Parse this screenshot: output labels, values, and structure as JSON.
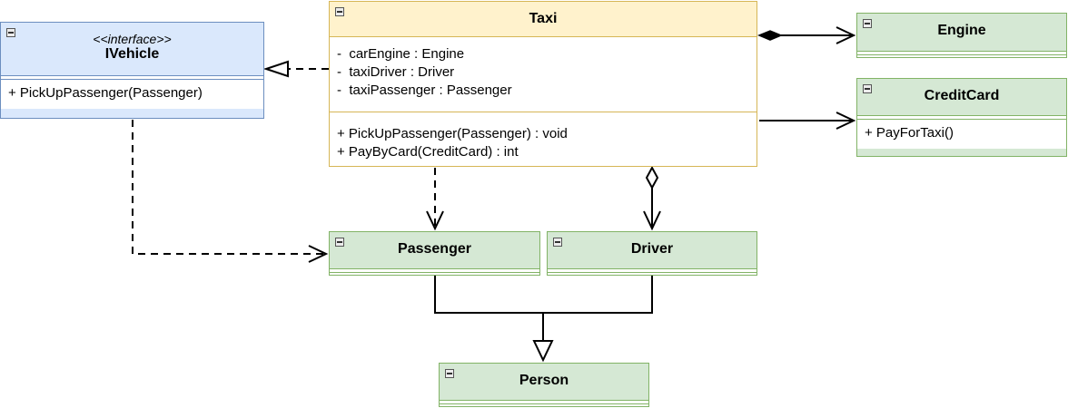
{
  "classes": {
    "ivehicle": {
      "stereotype": "<<interface>>",
      "name": "IVehicle",
      "methods": [
        "+ PickUpPassenger(Passenger)"
      ]
    },
    "taxi": {
      "name": "Taxi",
      "attributes": [
        "-  carEngine : Engine",
        "-  taxiDriver : Driver",
        "-  taxiPassenger : Passenger"
      ],
      "methods": [
        "+ PickUpPassenger(Passenger) : void",
        "+ PayByCard(CreditCard) : int"
      ]
    },
    "engine": {
      "name": "Engine"
    },
    "creditcard": {
      "name": "CreditCard",
      "methods": [
        "+ PayForTaxi()"
      ]
    },
    "passenger": {
      "name": "Passenger"
    },
    "driver": {
      "name": "Driver"
    },
    "person": {
      "name": "Person"
    }
  },
  "colors": {
    "interface_fill": "#dae8fc",
    "interface_stroke": "#6c8ebf",
    "main_fill": "#fff2cc",
    "main_stroke": "#d6b656",
    "class_fill": "#d5e8d4",
    "class_stroke": "#82b366",
    "edge": "#000000"
  },
  "relationships": [
    {
      "type": "realization",
      "from": "Taxi",
      "to": "IVehicle"
    },
    {
      "type": "composition",
      "from": "Taxi",
      "to": "Engine"
    },
    {
      "type": "association",
      "from": "Taxi",
      "to": "CreditCard"
    },
    {
      "type": "dependency",
      "from": "Taxi",
      "to": "Passenger"
    },
    {
      "type": "aggregation",
      "from": "Taxi",
      "to": "Driver"
    },
    {
      "type": "dependency",
      "from": "IVehicle",
      "to": "Passenger"
    },
    {
      "type": "generalization",
      "from": "Passenger",
      "to": "Person"
    },
    {
      "type": "generalization",
      "from": "Driver",
      "to": "Person"
    }
  ]
}
